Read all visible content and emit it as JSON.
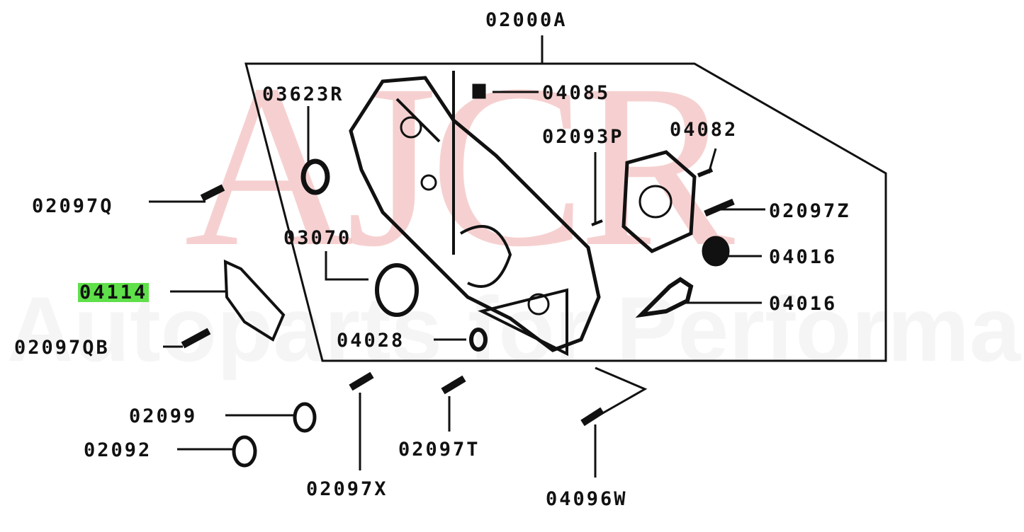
{
  "watermark": {
    "logo": "AJCR",
    "tagline": "Autoparts for Performance"
  },
  "highlight_color": "#5fe04a",
  "labels": {
    "assembly": "02000A",
    "seal_top": "03623R",
    "plug": "04085",
    "pin": "02093P",
    "pin2": "04082",
    "bolt_q": "02097Q",
    "bolt_z": "02097Z",
    "seal_main": "03070",
    "gear_outer": "04016",
    "gear_inner": "04016",
    "plate": "04114",
    "bolt_qb": "02097QB",
    "seal_small": "04028",
    "oring1": "02099",
    "oring2": "02092",
    "bolt_x": "02097X",
    "bolt_t": "02097T",
    "bolt_w": "04096W"
  }
}
